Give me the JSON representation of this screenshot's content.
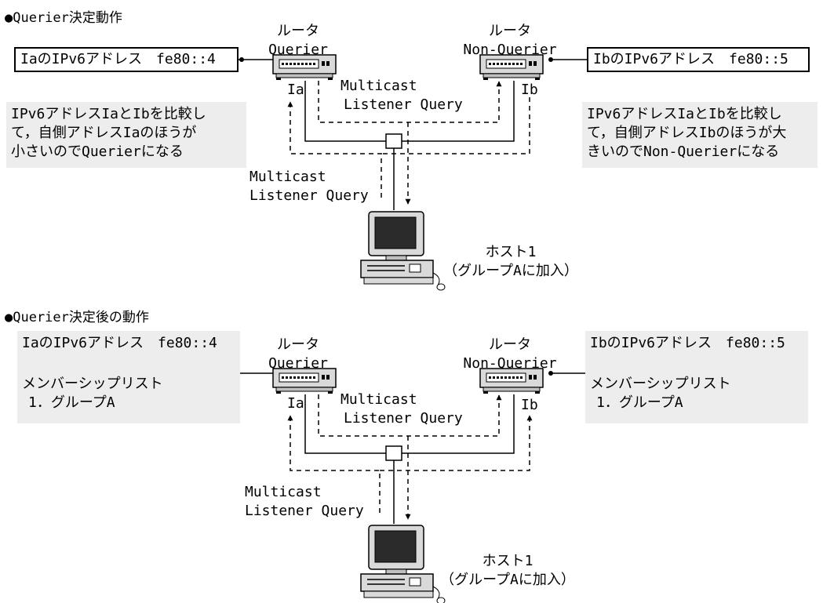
{
  "section1": {
    "title": "●Querier決定動作",
    "router_a": {
      "label1": "ルータ",
      "label2": "Querier",
      "port": "Ia"
    },
    "router_b": {
      "label1": "ルータ",
      "label2": "Non-Querier",
      "port": "Ib"
    },
    "addr_a": "IaのIPv6アドレス　fe80::4",
    "addr_b": "IbのIPv6アドレス　fe80::5",
    "note_a": [
      "IPv6アドレスIaとIbを比較し",
      "て，自側アドレスIaのほうが",
      "小さいのでQuerierになる"
    ],
    "note_b": [
      "IPv6アドレスIaとIbを比較し",
      "て，自側アドレスIbのほうが大",
      "きいのでNon-Querierになる"
    ],
    "mq_upper": [
      "Multicast",
      "Listener Query"
    ],
    "mq_lower": [
      "Multicast",
      "Listener Query"
    ],
    "host": [
      "ホスト1",
      "（グループAに加入）"
    ]
  },
  "section2": {
    "title": "●Querier決定後の動作",
    "router_a": {
      "label1": "ルータ",
      "label2": "Querier",
      "port": "Ia"
    },
    "router_b": {
      "label1": "ルータ",
      "label2": "Non-Querier",
      "port": "Ib"
    },
    "box_a": {
      "addr": "IaのIPv6アドレス　fe80::4",
      "list_title": "メンバーシップリスト",
      "item": "1．グループA"
    },
    "box_b": {
      "addr": "IbのIPv6アドレス　fe80::5",
      "list_title": "メンバーシップリスト",
      "item": "1．グループA"
    },
    "mq_upper": [
      "Multicast",
      "Listener Query"
    ],
    "mq_lower": [
      "Multicast",
      "Listener Query"
    ],
    "host": [
      "ホスト1",
      "（グループAに加入）"
    ]
  }
}
